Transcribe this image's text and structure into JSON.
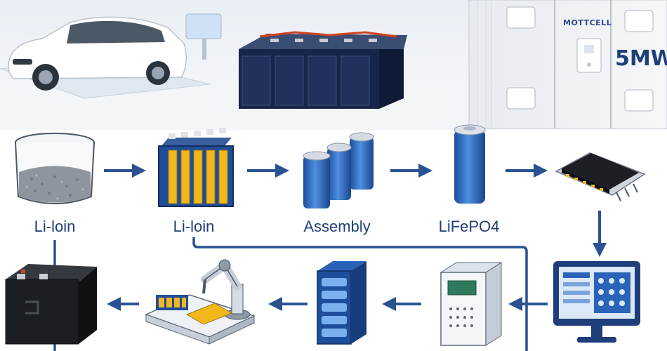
{
  "colors": {
    "arrow": "#2a5293",
    "line": "#2a5293",
    "battery_blue": "#2a63b8",
    "cell_yellow": "#f2b81b",
    "label_text": "#1f3f7a"
  },
  "steps": {
    "raw_material": {
      "label": "Li-loin",
      "icon": "raw-powder-bowl-icon"
    },
    "cell_module": {
      "label": "Li-loin",
      "icon": "cell-module-icon"
    },
    "assembly": {
      "label": "Assembly",
      "icon": "cylindrical-cells-icon"
    },
    "lifepo4": {
      "label": "LiFePO4",
      "icon": "single-cell-icon"
    },
    "bms_chip": {
      "icon": "bms-chip-icon"
    },
    "monitor": {
      "icon": "control-monitor-icon"
    },
    "server": {
      "icon": "computer-tower-icon"
    },
    "rack": {
      "icon": "server-rack-icon"
    },
    "robot_arm": {
      "icon": "robot-arm-assembly-icon"
    },
    "final_battery": {
      "icon": "lead-battery-icon"
    }
  },
  "hero": {
    "car": {
      "icon": "electric-car-icon"
    },
    "battery_pack": {
      "icon": "battery-pack-icon"
    },
    "container": {
      "brand": "MOTTCELL",
      "capacity": "5MW",
      "icon": "storage-container-icon"
    }
  }
}
